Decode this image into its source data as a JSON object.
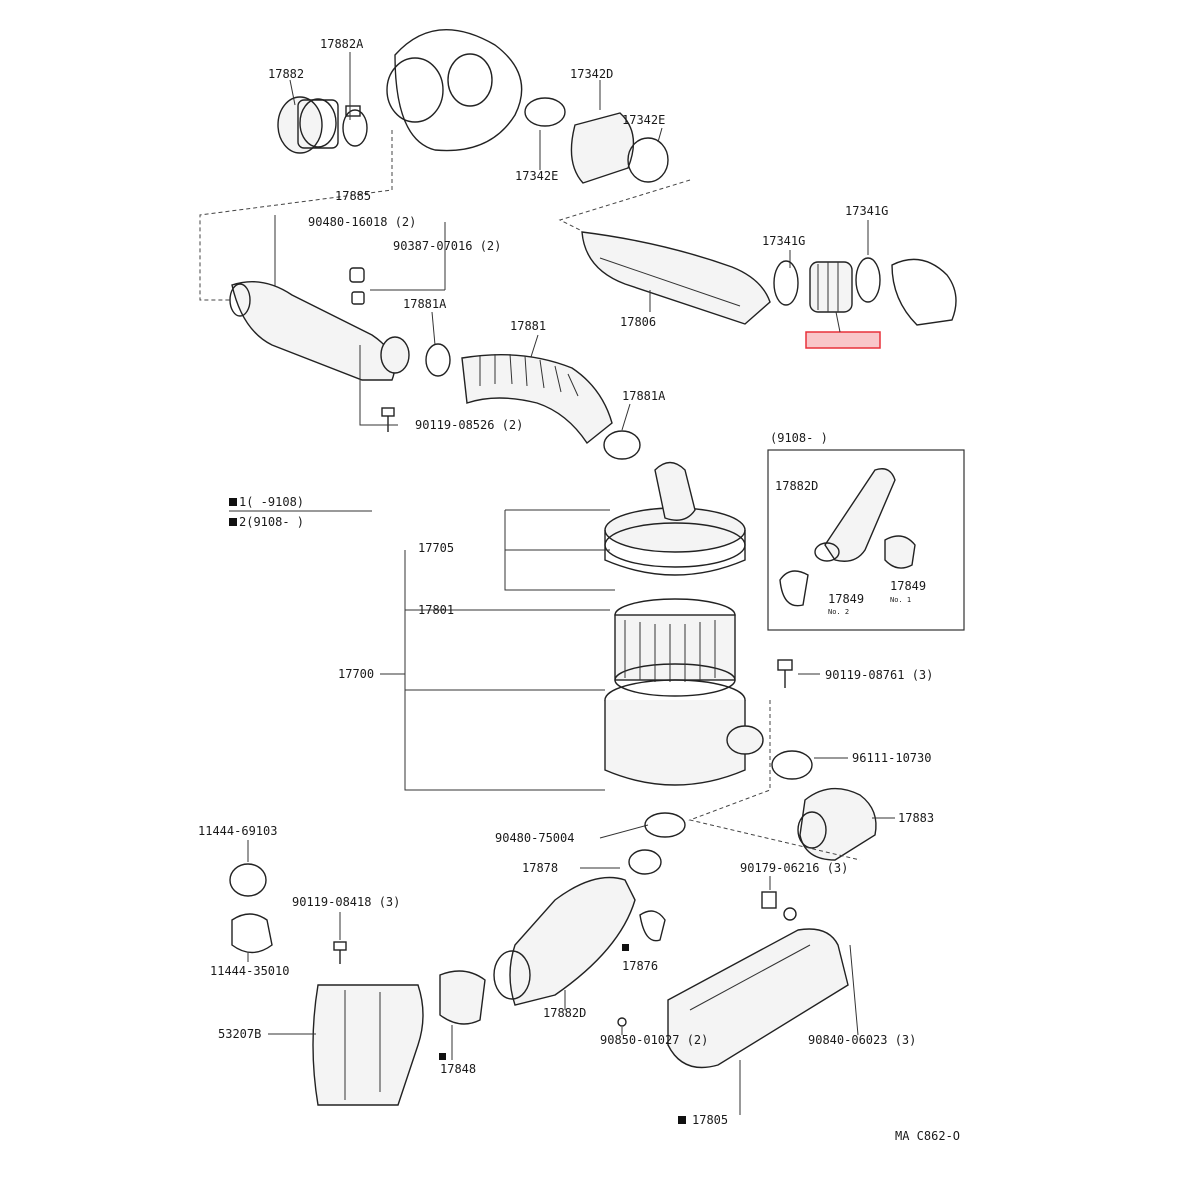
{
  "diagram": {
    "highlight_color": "#e8313a",
    "labels": {
      "p17882A": "17882A",
      "p17882": "17882",
      "p17342D": "17342D",
      "p17342E_r": "17342E",
      "p17342E_l": "17342E",
      "p17885": "17885",
      "p90480_16018": "90480-16018 (2)",
      "p90387_07016": "90387-07016 (2)",
      "p17341G_top": "17341G",
      "p17341G_mid": "17341G",
      "p17806": "17806",
      "p17881A_top": "17881A",
      "p17881": "17881",
      "p17881A_mid": "17881A",
      "p90119_08526": "90119-08526 (2)",
      "note1": "1(        -9108)",
      "note2": "2(9108-        )",
      "inset_title": "(9108-         )",
      "p17882D_inset": "17882D",
      "p17849_a": "17849",
      "p17849_a_note": "No. 1",
      "p17849_b": "17849",
      "p17849_b_note": "No. 2",
      "p17705": "17705",
      "p17801": "17801",
      "p17700": "17700",
      "p90119_08761": "90119-08761 (3)",
      "p96111_10730": "96111-10730",
      "p17883": "17883",
      "p11444_69103": "11444-69103",
      "p90480_75004": "90480-75004",
      "p17878": "17878",
      "p90179_06216": "90179-06216 (3)",
      "p90119_08418": "90119-08418 (3)",
      "p17876": "17876",
      "p11444_35010": "11444-35010",
      "p17882D_low": "17882D",
      "p53207B": "53207B",
      "p17848": "17848",
      "p90850_01027": "90850-01027 (2)",
      "p90840_06023": "90840-06023 (3)",
      "p17805": "17805",
      "code": "MA  C862-O"
    }
  }
}
